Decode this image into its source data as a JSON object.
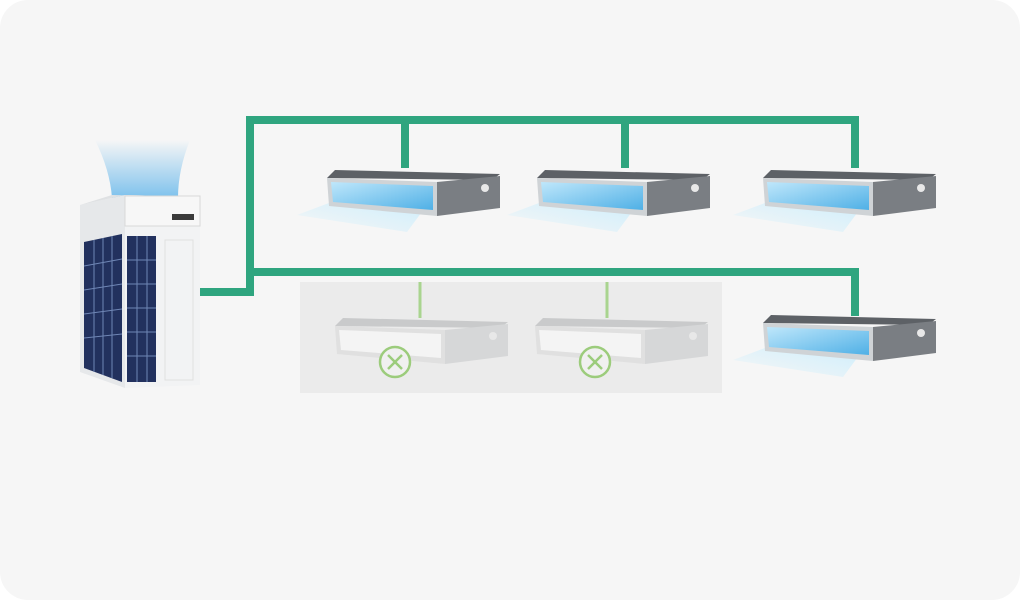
{
  "diagram": {
    "description_type": "vrf-system",
    "colors": {
      "pipe": "#2fa57f",
      "pipe_inactive": "#a9d48f",
      "inactive_area": "#ebebeb",
      "airflow": "#8fd3f2",
      "unit_body": "#6e7277",
      "disabled_mark": "#9ccc7c"
    },
    "outdoor_unit": {
      "status": "running"
    },
    "indoor_units": [
      {
        "id": 1,
        "row": 1,
        "status": "on"
      },
      {
        "id": 2,
        "row": 1,
        "status": "on"
      },
      {
        "id": 3,
        "row": 1,
        "status": "on"
      },
      {
        "id": 4,
        "row": 2,
        "status": "off"
      },
      {
        "id": 5,
        "row": 2,
        "status": "off"
      },
      {
        "id": 6,
        "row": 2,
        "status": "on"
      }
    ]
  }
}
